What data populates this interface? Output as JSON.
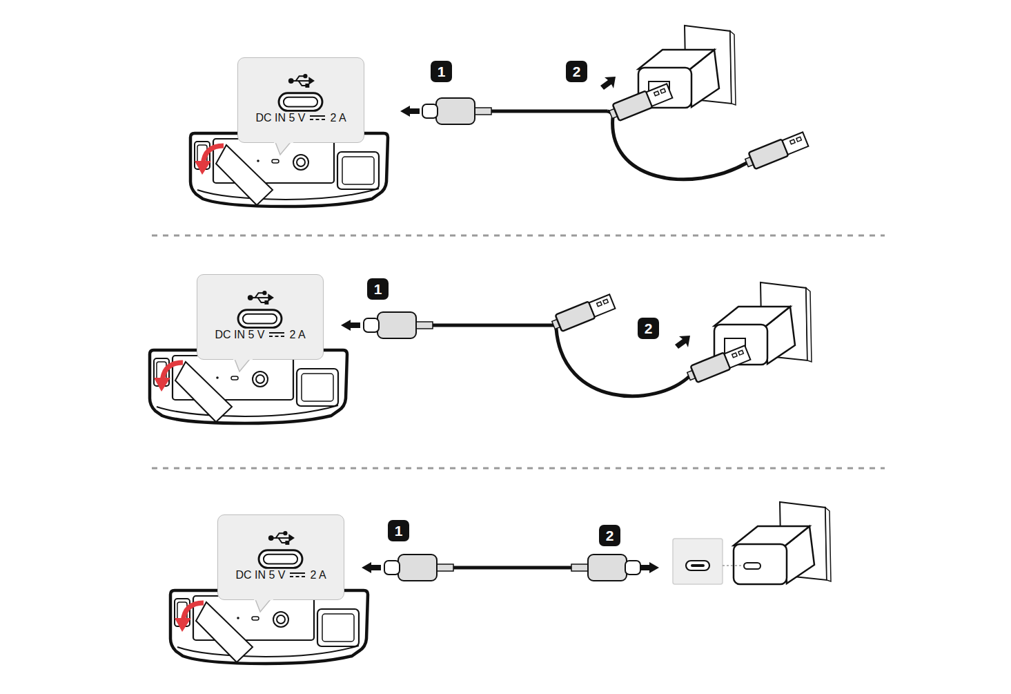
{
  "diagram": {
    "nodes": [
      {
        "text": [
          "DC IN 5 V",
          "2 A"
        ]
      },
      {
        "text": [
          "DC IN 5 V",
          "2 A"
        ]
      },
      {
        "text": [
          "DC IN 5 V",
          "2 A"
        ]
      }
    ],
    "labels": [
      "1",
      "2",
      "1",
      "2",
      "1",
      "2"
    ]
  }
}
